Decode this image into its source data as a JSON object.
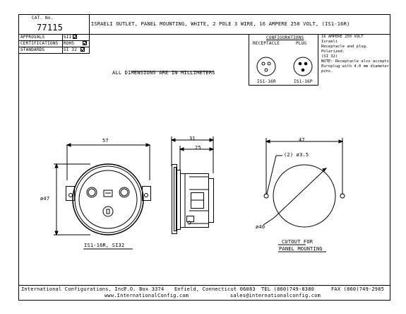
{
  "title_block": {
    "cat_no_label": "CAT. No.",
    "cat_no_value": "77115",
    "title": "ISRAELI OUTLET, PANEL MOUNTING, WHITE, 2 POLE 3 WIRE, 16 AMPERE 250 VOLT, (IS1-16R)",
    "rows": [
      {
        "label": "APPROVALS",
        "value": "SII"
      },
      {
        "label": "CERTIFICATIONS",
        "value": "ROHS"
      },
      {
        "label": "STANDARDS",
        "value": "SI 32"
      }
    ]
  },
  "configurations": {
    "heading": "CONFIGURATIONS",
    "receptacle_label": "RECEPTACLE",
    "plug_label": "PLUG",
    "receptacle_code": "IS1-16R",
    "plug_code": "IS1-16P",
    "notes": [
      "16 AMPERE 250 VOLT",
      "Israeli",
      "Receptacle and plug.",
      "Polarized.",
      "(SI 32)",
      "NOTE: Receptacle also accepts",
      "Europlug with 4.0 mm diameter",
      "pins."
    ]
  },
  "dimensions_note": "ALL DIMENSIONS ARE IN MILLIMETERS",
  "front_view": {
    "width_dim": "57",
    "height_dim": "ø47",
    "caption": "IS1-16R, SI32"
  },
  "side_view": {
    "dim_outer": "31",
    "dim_inner": "25"
  },
  "cutout_view": {
    "width_dim": "47",
    "hole_dim": "(2) ø3.5",
    "diameter_dim": "ø40",
    "caption_line1": "CUTOUT FOR",
    "caption_line2": "PANEL MOUNTING"
  },
  "footer": {
    "company": "International Configurations, Inc.",
    "po_box": "P.O. Box 3374",
    "city": "Enfield, Connecticut 06083",
    "tel": "TEL (860)749-8380",
    "fax": "FAX (860)749-2985",
    "website": "www.InternationalConfig.com",
    "email": "sales@internationalconfig.com"
  }
}
